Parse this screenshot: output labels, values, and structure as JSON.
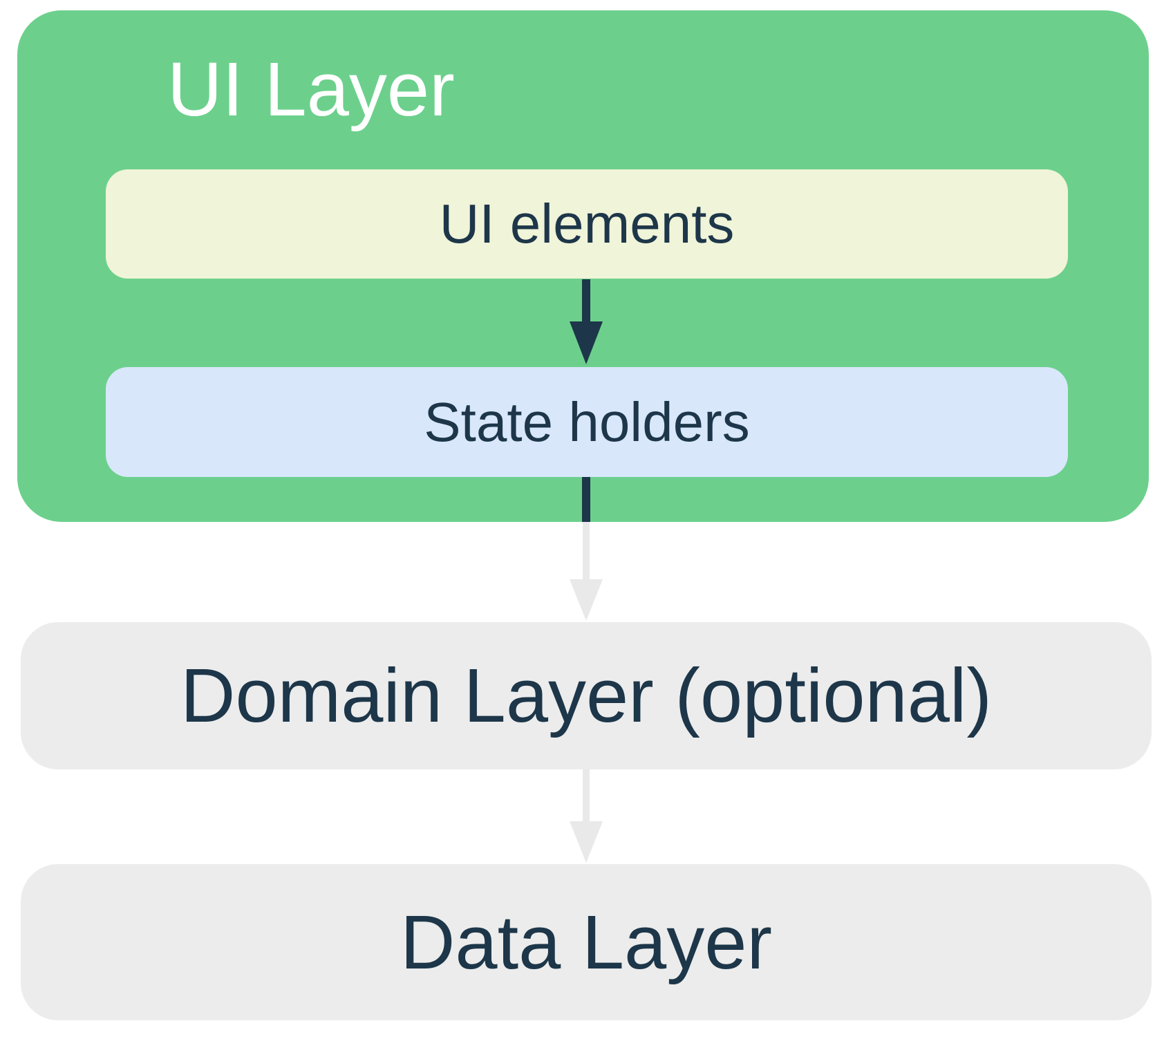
{
  "layers": {
    "ui_layer": {
      "label": "UI Layer",
      "children": {
        "ui_elements": {
          "label": "UI elements"
        },
        "state_holders": {
          "label": "State holders"
        }
      }
    },
    "domain_layer": {
      "label": "Domain Layer (optional)"
    },
    "data_layer": {
      "label": "Data Layer"
    }
  },
  "arrows": [
    {
      "from": "ui_elements",
      "to": "state_holders",
      "style": "dark"
    },
    {
      "from": "state_holders",
      "to": "domain_layer",
      "style": "dark-then-light"
    },
    {
      "from": "domain_layer",
      "to": "data_layer",
      "style": "light"
    }
  ],
  "colors": {
    "ui_layer_bg": "#6CD08C",
    "ui_elements_bg": "#F0F4D8",
    "state_holders_bg": "#D8E7FA",
    "layer_box_bg": "#ECECEC",
    "text_dark": "#1D3649",
    "title_text": "#FFFFFF",
    "arrow_dark": "#1D3649",
    "arrow_light": "#E9E9E9",
    "page_background": "#FFFFFF"
  }
}
